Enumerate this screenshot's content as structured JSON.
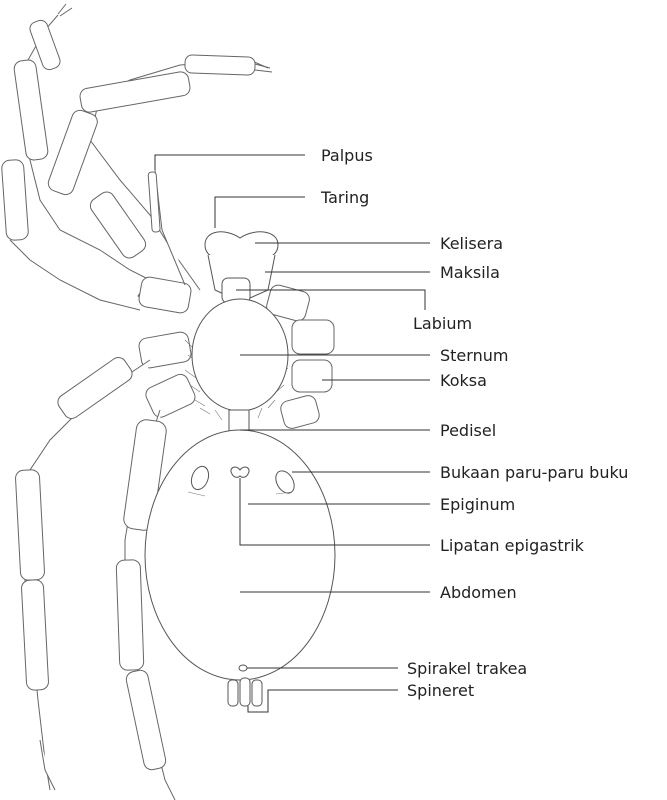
{
  "labels": {
    "palpus": "Palpus",
    "taring": "Taring",
    "kelisera": "Kelisera",
    "maksila": "Maksila",
    "labium": "Labium",
    "sternum": "Sternum",
    "koksa": "Koksa",
    "pedisel": "Pedisel",
    "bukaan": "Bukaan paru-paru buku",
    "epiginum": "Epiginum",
    "lipatan": "Lipatan epigastrik",
    "abdomen": "Abdomen",
    "spirakel": "Spirakel trakea",
    "spineret": "Spineret"
  },
  "colors": {
    "line": "#333333",
    "outline": "#555555",
    "text": "#222222"
  }
}
